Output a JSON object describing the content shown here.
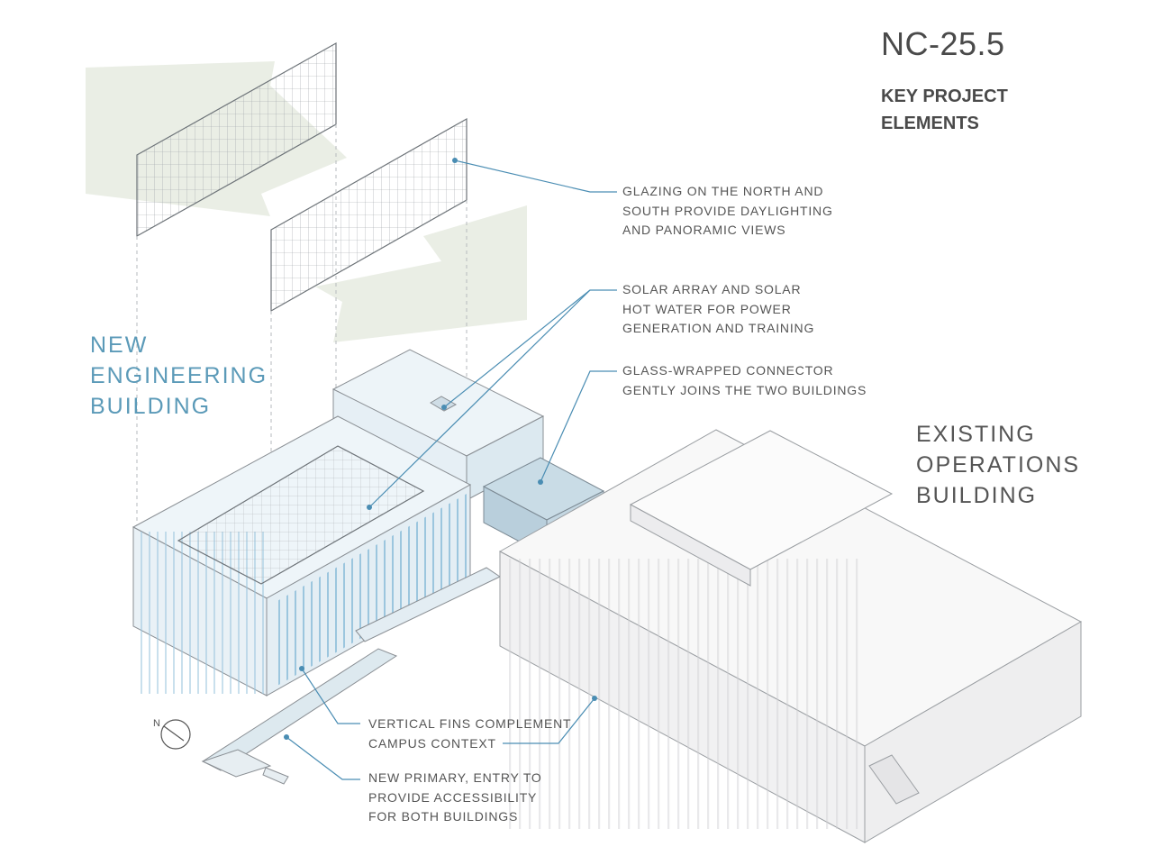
{
  "project_code": "NC-25.5",
  "heading": {
    "lines": [
      "KEY PROJECT",
      "ELEMENTS"
    ]
  },
  "new_building_label": {
    "lines": [
      "NEW",
      "ENGINEERING",
      "BUILDING"
    ]
  },
  "existing_building_label": {
    "lines": [
      "EXISTING",
      "OPERATIONS",
      "BUILDING"
    ]
  },
  "north_arrow_label": "N",
  "callouts": [
    {
      "id": "glazing",
      "lines": [
        "GLAZING ON THE NORTH AND",
        "SOUTH PROVIDE DAYLIGHTING",
        "AND PANORAMIC VIEWS"
      ]
    },
    {
      "id": "solar",
      "lines": [
        "SOLAR ARRAY AND SOLAR",
        "HOT WATER FOR POWER",
        "GENERATION AND TRAINING"
      ]
    },
    {
      "id": "connector",
      "lines": [
        "GLASS-WRAPPED CONNECTOR",
        "GENTLY JOINS THE TWO BUILDINGS"
      ]
    },
    {
      "id": "fins",
      "lines": [
        "VERTICAL FINS COMPLEMENT",
        "CAMPUS CONTEXT"
      ]
    },
    {
      "id": "entry",
      "lines": [
        "NEW PRIMARY, ENTRY TO",
        "PROVIDE ACCESSIBILITY",
        "FOR BOTH BUILDINGS"
      ]
    }
  ],
  "colors": {
    "accent_blue": "#5b9ab8",
    "leader_blue": "#4a8db3",
    "arrow_fill": "#e8ece2",
    "glass_blue": "#d7e6ee",
    "line_gray": "#8a8f94"
  }
}
